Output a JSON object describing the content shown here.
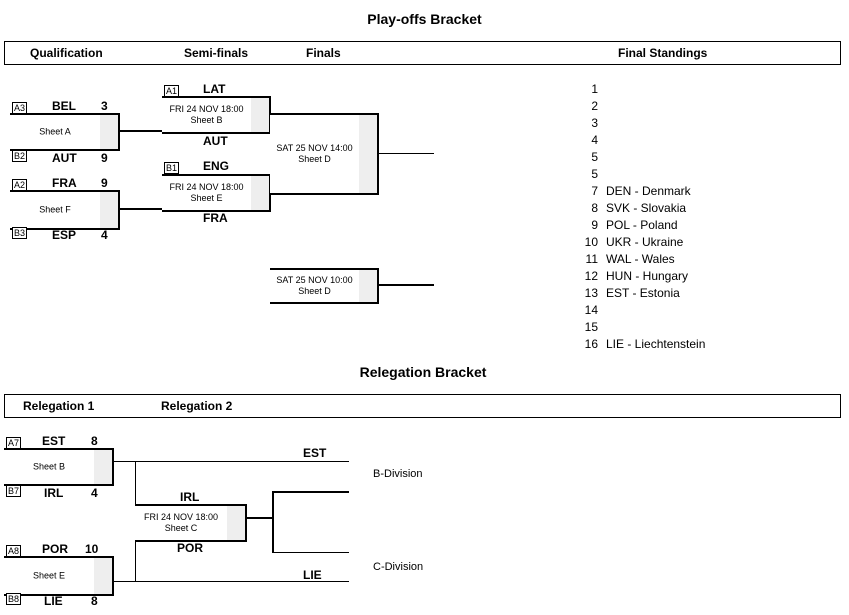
{
  "playoffs": {
    "title": "Play-offs Bracket",
    "headers": {
      "qualification": "Qualification",
      "semifinals": "Semi-finals",
      "finals": "Finals",
      "standings": "Final Standings"
    },
    "qual1": {
      "seed_top": "A3",
      "team_top": "BEL",
      "score_top": "3",
      "time": "",
      "sheet": "Sheet A",
      "seed_bot": "B2",
      "team_bot": "AUT",
      "score_bot": "9"
    },
    "qual2": {
      "seed_top": "A2",
      "team_top": "FRA",
      "score_top": "9",
      "time": "",
      "sheet": "Sheet F",
      "seed_bot": "B3",
      "team_bot": "ESP",
      "score_bot": "4"
    },
    "semi1": {
      "seed_top": "A1",
      "team_top": "LAT",
      "time": "FRI 24 NOV 18:00",
      "sheet": "Sheet B",
      "team_bot": "AUT"
    },
    "semi2": {
      "seed_top": "B1",
      "team_top": "ENG",
      "time": "FRI 24 NOV 18:00",
      "sheet": "Sheet E",
      "team_bot": "FRA"
    },
    "final": {
      "time": "SAT 25 NOV 14:00",
      "sheet": "Sheet D"
    },
    "bronze": {
      "time": "SAT 25 NOV 10:00",
      "sheet": "Sheet D"
    },
    "standings": [
      {
        "pos": "1",
        "team": ""
      },
      {
        "pos": "2",
        "team": ""
      },
      {
        "pos": "3",
        "team": ""
      },
      {
        "pos": "4",
        "team": ""
      },
      {
        "pos": "5",
        "team": ""
      },
      {
        "pos": "5",
        "team": ""
      },
      {
        "pos": "7",
        "team": "DEN - Denmark"
      },
      {
        "pos": "8",
        "team": "SVK - Slovakia"
      },
      {
        "pos": "9",
        "team": "POL - Poland"
      },
      {
        "pos": "10",
        "team": "UKR - Ukraine"
      },
      {
        "pos": "11",
        "team": "WAL - Wales"
      },
      {
        "pos": "12",
        "team": "HUN - Hungary"
      },
      {
        "pos": "13",
        "team": "EST - Estonia"
      },
      {
        "pos": "14",
        "team": ""
      },
      {
        "pos": "15",
        "team": ""
      },
      {
        "pos": "16",
        "team": "LIE - Liechtenstein"
      }
    ]
  },
  "relegation": {
    "title": "Relegation Bracket",
    "headers": {
      "round1": "Relegation 1",
      "round2": "Relegation 2"
    },
    "rel1a": {
      "seed_top": "A7",
      "team_top": "EST",
      "score_top": "8",
      "sheet": "Sheet B",
      "seed_bot": "B7",
      "team_bot": "IRL",
      "score_bot": "4"
    },
    "rel1b": {
      "seed_top": "A8",
      "team_top": "POR",
      "score_top": "10",
      "sheet": "Sheet E",
      "seed_bot": "B8",
      "team_bot": "LIE",
      "score_bot": "8"
    },
    "rel2": {
      "team_top": "IRL",
      "time": "FRI 24 NOV 18:00",
      "sheet": "Sheet C",
      "team_bot": "POR"
    },
    "winner_a": "EST",
    "loser_b": "LIE",
    "b_division": "B-Division",
    "c_division": "C-Division"
  }
}
